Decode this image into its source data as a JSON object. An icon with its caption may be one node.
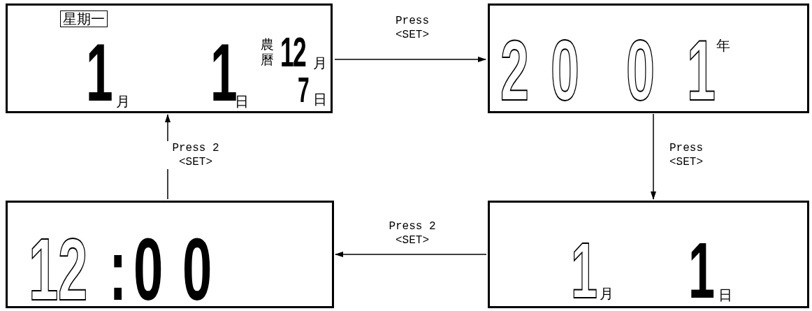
{
  "diagram": {
    "nodes": [
      {
        "text": [
          "星期一",
          "1",
          "月",
          "1",
          "日",
          "農曆",
          "12",
          "月",
          "7",
          "日"
        ]
      },
      {
        "text": [
          "20",
          "0",
          "1",
          "年"
        ]
      },
      {
        "text": [
          "12:00"
        ]
      },
      {
        "text": [
          "1",
          "月",
          "1",
          "日"
        ]
      }
    ],
    "edges": [
      {
        "from": 0,
        "to": 1,
        "arrow": "to",
        "label": "Press <SET>"
      },
      {
        "from": 1,
        "to": 3,
        "arrow": "to",
        "label": "Press <SET>"
      },
      {
        "from": 3,
        "to": 2,
        "arrow": "to",
        "label": "Press 2 <SET>"
      },
      {
        "from": 2,
        "to": 0,
        "arrow": "to",
        "label": "Press 2 <SET>"
      }
    ]
  }
}
